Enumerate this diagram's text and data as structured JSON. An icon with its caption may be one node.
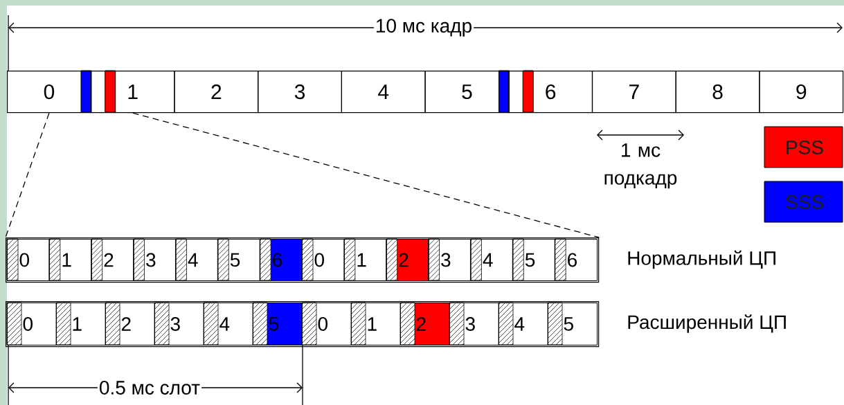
{
  "diagram": {
    "nodes": [
      {
        "text": [
          "0"
        ]
      },
      {
        "text": [
          "1"
        ]
      },
      {
        "text": [
          "2"
        ]
      },
      {
        "text": [
          "3"
        ]
      },
      {
        "text": [
          "4"
        ]
      },
      {
        "text": [
          "5"
        ]
      },
      {
        "text": [
          "6"
        ]
      },
      {
        "text": [
          "7"
        ]
      },
      {
        "text": [
          "8"
        ]
      },
      {
        "text": [
          "9"
        ]
      },
      {
        "text": [],
        "shape": "box",
        "beside": [
          "Нормальный ЦП"
        ]
      },
      {
        "text": [
          "0"
        ],
        "in": 10
      },
      {
        "text": [
          "1"
        ],
        "in": 10
      },
      {
        "text": [
          "2"
        ],
        "in": 10
      },
      {
        "text": [
          "3"
        ],
        "in": 10
      },
      {
        "text": [
          "4"
        ],
        "in": 10
      },
      {
        "text": [
          "5"
        ],
        "in": 10
      },
      {
        "text": [
          "6"
        ],
        "in": 10
      },
      {
        "text": [
          "0"
        ],
        "in": 10
      },
      {
        "text": [
          "1"
        ],
        "in": 10
      },
      {
        "text": [
          "2"
        ],
        "in": 10
      },
      {
        "text": [
          "3"
        ],
        "in": 10
      },
      {
        "text": [
          "4"
        ],
        "in": 10
      },
      {
        "text": [
          "5"
        ],
        "in": 10
      },
      {
        "text": [
          "6"
        ],
        "in": 10
      },
      {
        "text": [],
        "shape": "box",
        "beside": [
          "Расширенный ЦП"
        ]
      },
      {
        "text": [
          "0"
        ],
        "in": 25
      },
      {
        "text": [
          "1"
        ],
        "in": 25
      },
      {
        "text": [
          "2"
        ],
        "in": 25
      },
      {
        "text": [
          "3"
        ],
        "in": 25
      },
      {
        "text": [
          "4"
        ],
        "in": 25
      },
      {
        "text": [
          "5"
        ],
        "in": 25
      },
      {
        "text": [
          "0"
        ],
        "in": 25
      },
      {
        "text": [
          "1"
        ],
        "in": 25
      },
      {
        "text": [
          "2"
        ],
        "in": 25
      },
      {
        "text": [
          "3"
        ],
        "in": 25
      },
      {
        "text": [
          "4"
        ],
        "in": 25
      },
      {
        "text": [
          "5"
        ],
        "in": 25
      }
    ],
    "edges": [
      {
        "from": 0,
        "to": 10,
        "arrow": "none",
        "style": "dashed"
      },
      {
        "from": 1,
        "to": 10,
        "arrow": "none",
        "style": "dashed"
      }
    ],
    "labels": [
      "10 мс кадр",
      "1 мс подкадр",
      "0.5 мс слот"
    ],
    "legend": [
      {
        "text": "PSS",
        "color": "#ff0000"
      },
      {
        "text": "SSS",
        "color": "#0000ff"
      }
    ]
  }
}
